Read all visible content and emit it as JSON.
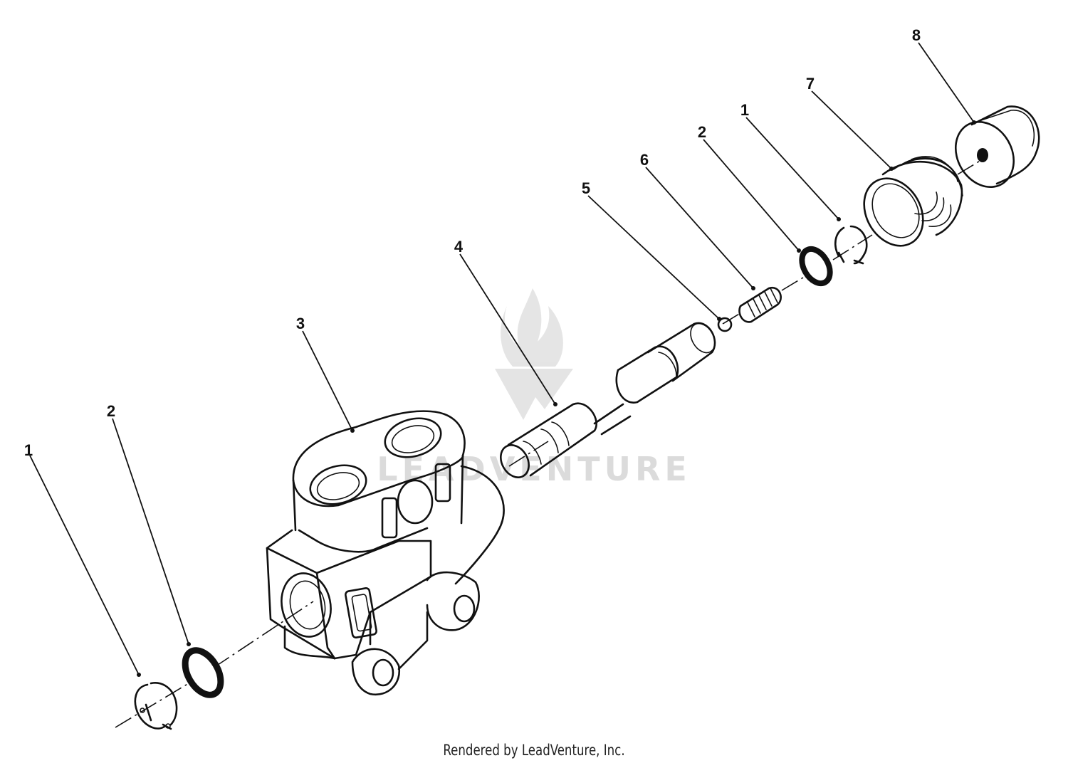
{
  "watermark": {
    "text": "LEADVENTURE"
  },
  "callouts": [
    {
      "id": "c1-left",
      "label": "1"
    },
    {
      "id": "c2-left",
      "label": "2"
    },
    {
      "id": "c3",
      "label": "3"
    },
    {
      "id": "c4",
      "label": "4"
    },
    {
      "id": "c5",
      "label": "5"
    },
    {
      "id": "c6",
      "label": "6"
    },
    {
      "id": "c2-right",
      "label": "2"
    },
    {
      "id": "c1-right",
      "label": "1"
    },
    {
      "id": "c7",
      "label": "7"
    },
    {
      "id": "c8",
      "label": "8"
    }
  ],
  "footer": {
    "credit": "Rendered by LeadVenture, Inc."
  },
  "colors": {
    "ink": "#111111",
    "watermark": "#d8d8d8",
    "background": "#ffffff"
  }
}
